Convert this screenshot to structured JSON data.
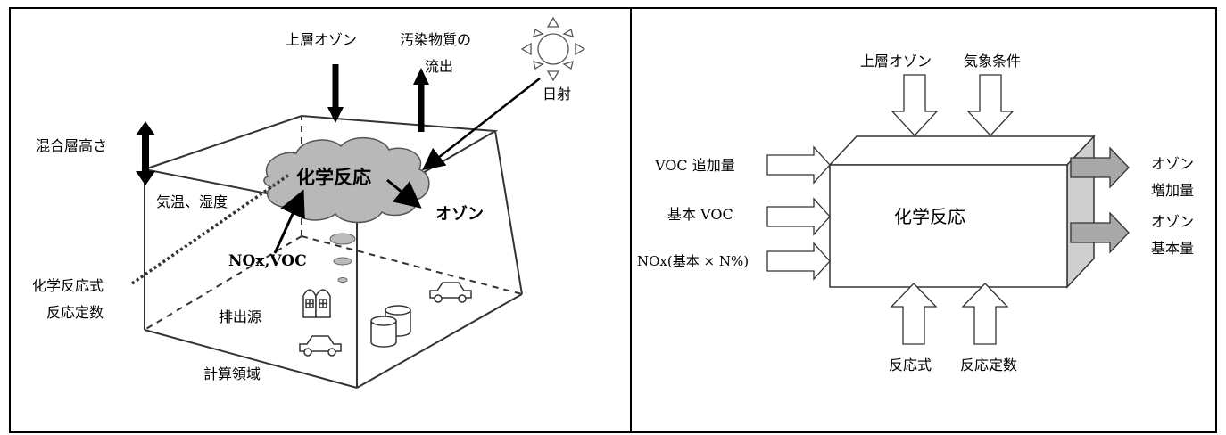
{
  "left": {
    "upper_ozone": "上層オゾン",
    "pollutant_outflow_1": "汚染物質の",
    "pollutant_outflow_2": "流出",
    "solar_radiation": "日射",
    "mixing_height": "混合層高さ",
    "chemical_reaction": "化学反応",
    "temp_humidity": "気温、湿度",
    "ozone": "オゾン",
    "nox_voc": "NOx,VOC",
    "equation_1": "化学反応式",
    "equation_2": "反応定数",
    "emission_source": "排出源",
    "calc_domain": "計算領域"
  },
  "right": {
    "upper_ozone": "上層オゾン",
    "weather": "気象条件",
    "voc_added": "VOC 追加量",
    "base_voc": "基本 VOC",
    "nox": "NOx(基本 × N%)",
    "chemical_reaction": "化学反応",
    "ozone_increase_1": "オゾン",
    "ozone_increase_2": "増加量",
    "ozone_base_1": "オゾン",
    "ozone_base_2": "基本量",
    "reaction_eq": "反応式",
    "reaction_const": "反応定数"
  }
}
